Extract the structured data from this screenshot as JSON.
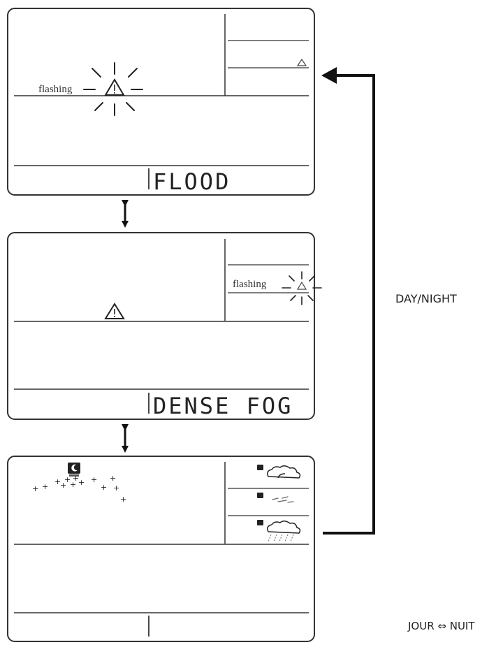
{
  "panels": [
    {
      "name": "flood",
      "flashing_label": "flashing",
      "message": "FLOOD"
    },
    {
      "name": "dense-fog",
      "flashing_label": "flashing",
      "message": "DENSE FOG"
    },
    {
      "name": "night",
      "message": ""
    }
  ],
  "labels": {
    "day_night": "DAY/NIGHT",
    "jour_nuit": "JOUR ⇔ NUIT"
  },
  "colors": {
    "line": "#1a1a1a",
    "panel_stroke": "#333333",
    "background": "#ffffff"
  },
  "icons": [
    "warning-triangle-icon",
    "flash-rays-icon",
    "double-arrow-icon",
    "moon-icon",
    "cloud-icon",
    "fog-icon",
    "rain-cloud-icon",
    "star-icon"
  ]
}
